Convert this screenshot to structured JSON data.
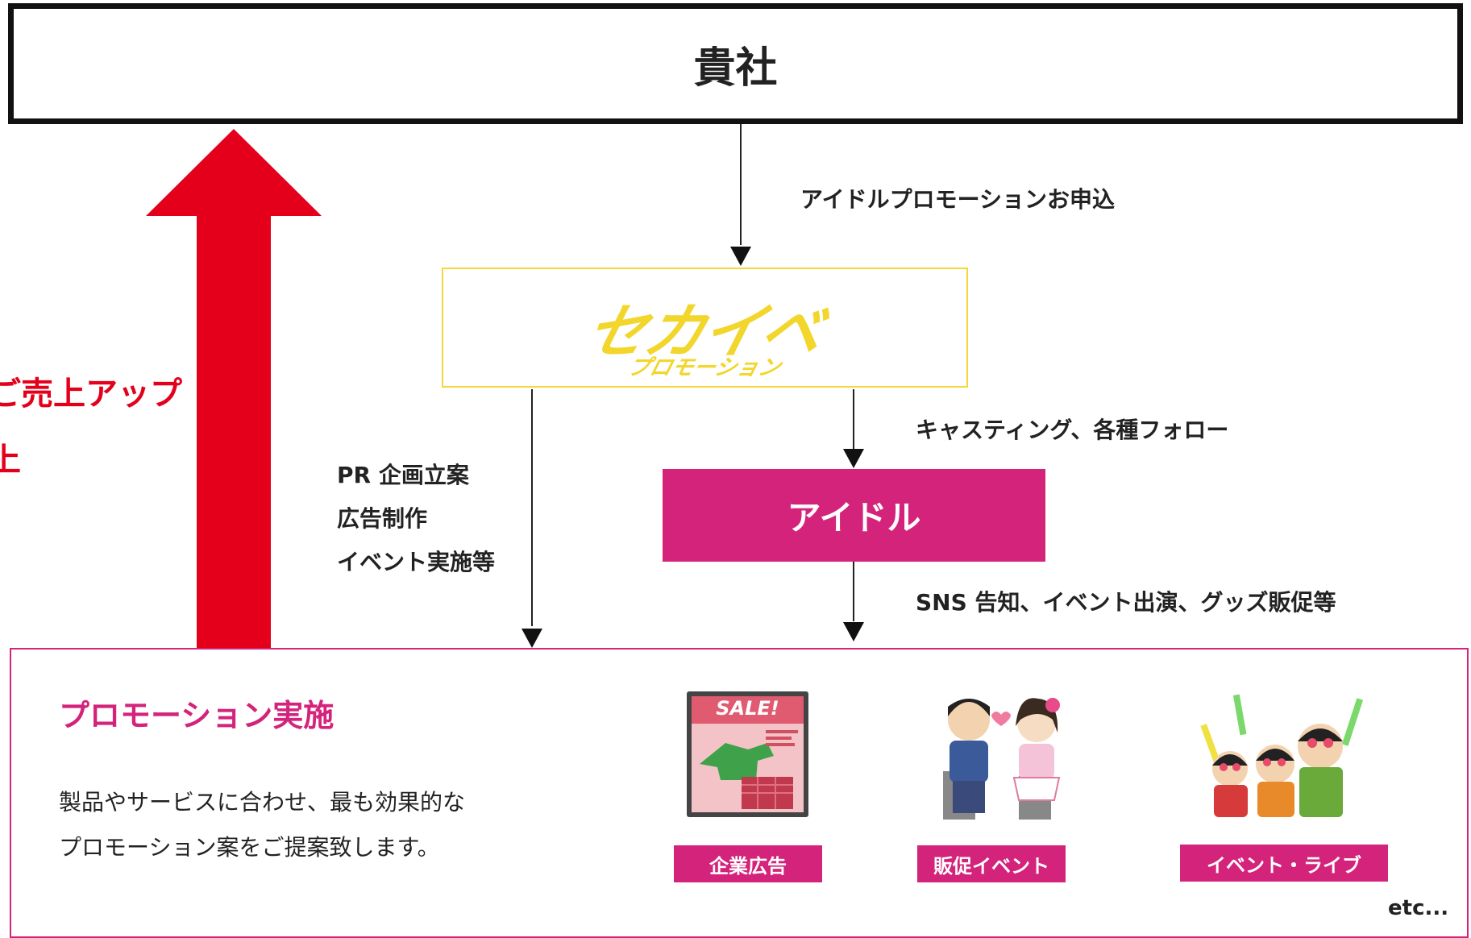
{
  "top": {
    "label": "貴社"
  },
  "flow": {
    "apply_label": "アイドルプロモーションお申込",
    "casting_label": "キャスティング、各種フォロー",
    "sns_label": "SNS 告知、イベント出演、グッズ販促等",
    "pr_lines": [
      "PR 企画立案",
      "広告制作",
      "イベント実施等"
    ]
  },
  "logo": {
    "main": "セカイベ",
    "sub": "プロモーション"
  },
  "idol": {
    "label": "アイドル"
  },
  "left_partial": {
    "line1": "ご売上アップ",
    "line2": "上"
  },
  "promo": {
    "title": "プロモーション実施",
    "desc_lines": [
      "製品やサービスに合わせ、最も効果的な",
      "プロモーション案をご提案致します。"
    ],
    "tags": [
      "企業広告",
      "販促イベント",
      "イベント・ライブ"
    ],
    "etc": "etc..."
  },
  "poster": {
    "sale_text": "SALE!"
  },
  "colors": {
    "accent": "#d4237b",
    "red": "#e4001b",
    "logo_yellow": "#f2d62b"
  }
}
